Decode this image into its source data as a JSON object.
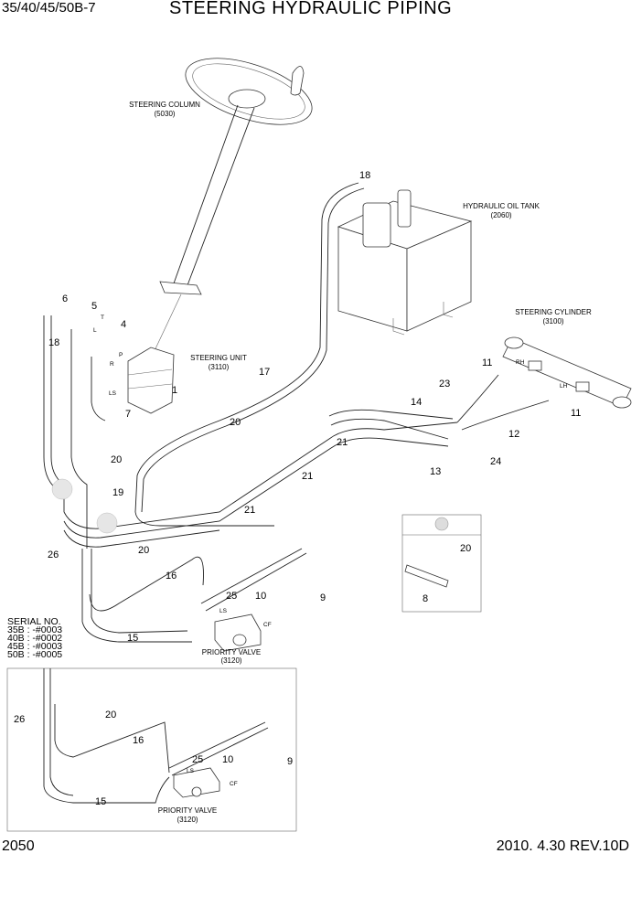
{
  "header": {
    "model": "35/40/45/50B-7",
    "title": "STEERING HYDRAULIC PIPING"
  },
  "footer": {
    "page_number": "2050",
    "revision": "2010. 4.30  REV.10D"
  },
  "assemblies": {
    "steering_column": {
      "name": "STEERING COLUMN",
      "code": "(5030)"
    },
    "hydraulic_oil_tank": {
      "name": "HYDRAULIC OIL TANK",
      "code": "(2060)"
    },
    "steering_cylinder": {
      "name": "STEERING CYLINDER",
      "code": "(3100)"
    },
    "steering_unit": {
      "name": "STEERING UNIT",
      "code": "(3110)"
    },
    "priority_valve": {
      "name": "PRIORITY VALVE",
      "code": "(3120)"
    },
    "priority_valve_inset": {
      "name": "PRIORITY VALVE",
      "code": "(3120)"
    }
  },
  "port_labels": {
    "T": "T",
    "L": "L",
    "P": "P",
    "R": "R",
    "LS": "LS",
    "RH": "RH",
    "LH": "LH",
    "CF": "CF"
  },
  "serial_no": {
    "heading": "SERIAL NO.",
    "lines": [
      "35B : -#0003",
      "40B : -#0002",
      "45B : -#0003",
      "50B : -#0005"
    ]
  },
  "callouts": {
    "c1": "1",
    "c4": "4",
    "c5": "5",
    "c6": "6",
    "c7": "7",
    "c8": "8",
    "c9": "9",
    "c10": "10",
    "c11": "11",
    "c12": "12",
    "c13": "13",
    "c14": "14",
    "c15": "15",
    "c16": "16",
    "c17": "17",
    "c18": "18",
    "c19": "19",
    "c20": "20",
    "c21": "21",
    "c23": "23",
    "c24": "24",
    "c25": "25",
    "c26": "26"
  }
}
